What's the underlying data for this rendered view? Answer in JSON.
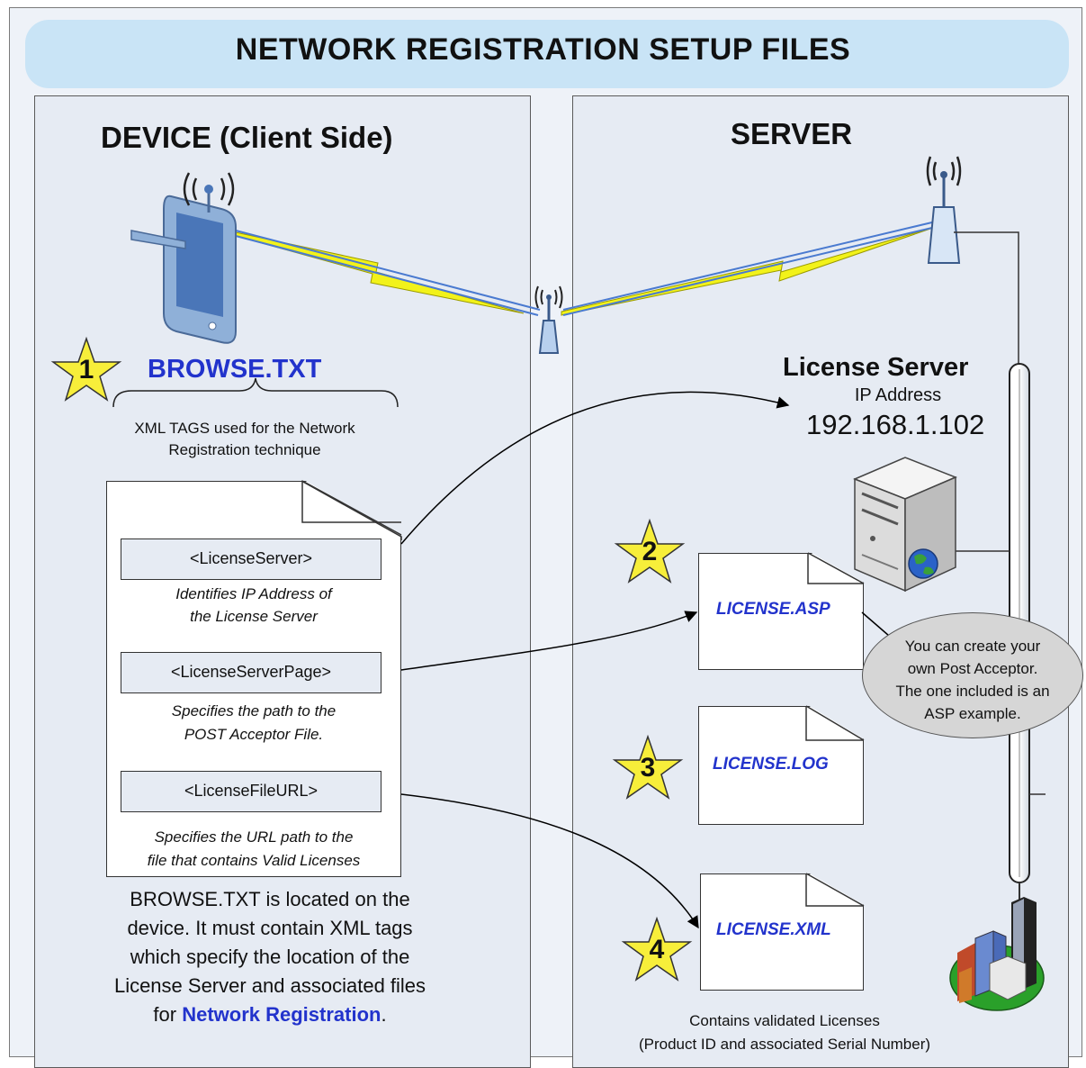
{
  "title": "NETWORK REGISTRATION SETUP FILES",
  "device_panel": {
    "title": "DEVICE (Client Side)",
    "step1": "1",
    "file_name": "BROWSE.TXT",
    "brace_caption_1": "XML TAGS used for the Network",
    "brace_caption_2": "Registration technique",
    "tags": [
      {
        "tag": "<LicenseServer>",
        "desc_1": "Identifies IP Address of",
        "desc_2": "the License Server"
      },
      {
        "tag": "<LicenseServerPage>",
        "desc_1": "Specifies the path to the",
        "desc_2": "POST Acceptor File."
      },
      {
        "tag": "<LicenseFileURL>",
        "desc_1": "Specifies the URL path to the",
        "desc_2": "file that contains Valid Licenses"
      }
    ],
    "note_1": "BROWSE.TXT is located on the",
    "note_2": "device. It must contain XML tags",
    "note_3": "which specify the  location of the",
    "note_4": "License Server and associated files",
    "note_5_prefix": "for ",
    "note_5_link": "Network Registration",
    "note_5_suffix": "."
  },
  "server_panel": {
    "title": "SERVER",
    "license_server_title": "License Server",
    "ip_label": "IP Address",
    "ip_value": "192.168.1.102",
    "files": [
      {
        "step": "2",
        "name": "LICENSE.ASP"
      },
      {
        "step": "3",
        "name": "LICENSE.LOG"
      },
      {
        "step": "4",
        "name": "LICENSE.XML"
      }
    ],
    "callout_1": "You can create your",
    "callout_2": "own Post Acceptor.",
    "callout_3": "The one included is an",
    "callout_4": "ASP example.",
    "xml_caption_1": "Contains validated Licenses",
    "xml_caption_2": "(Product ID and associated Serial Number)"
  },
  "colors": {
    "banner": "#c9e4f6",
    "panel": "#e6ebf3",
    "star": "#f7ee3a",
    "link_blue": "#2233cc",
    "lightning": "#f2f21a"
  }
}
